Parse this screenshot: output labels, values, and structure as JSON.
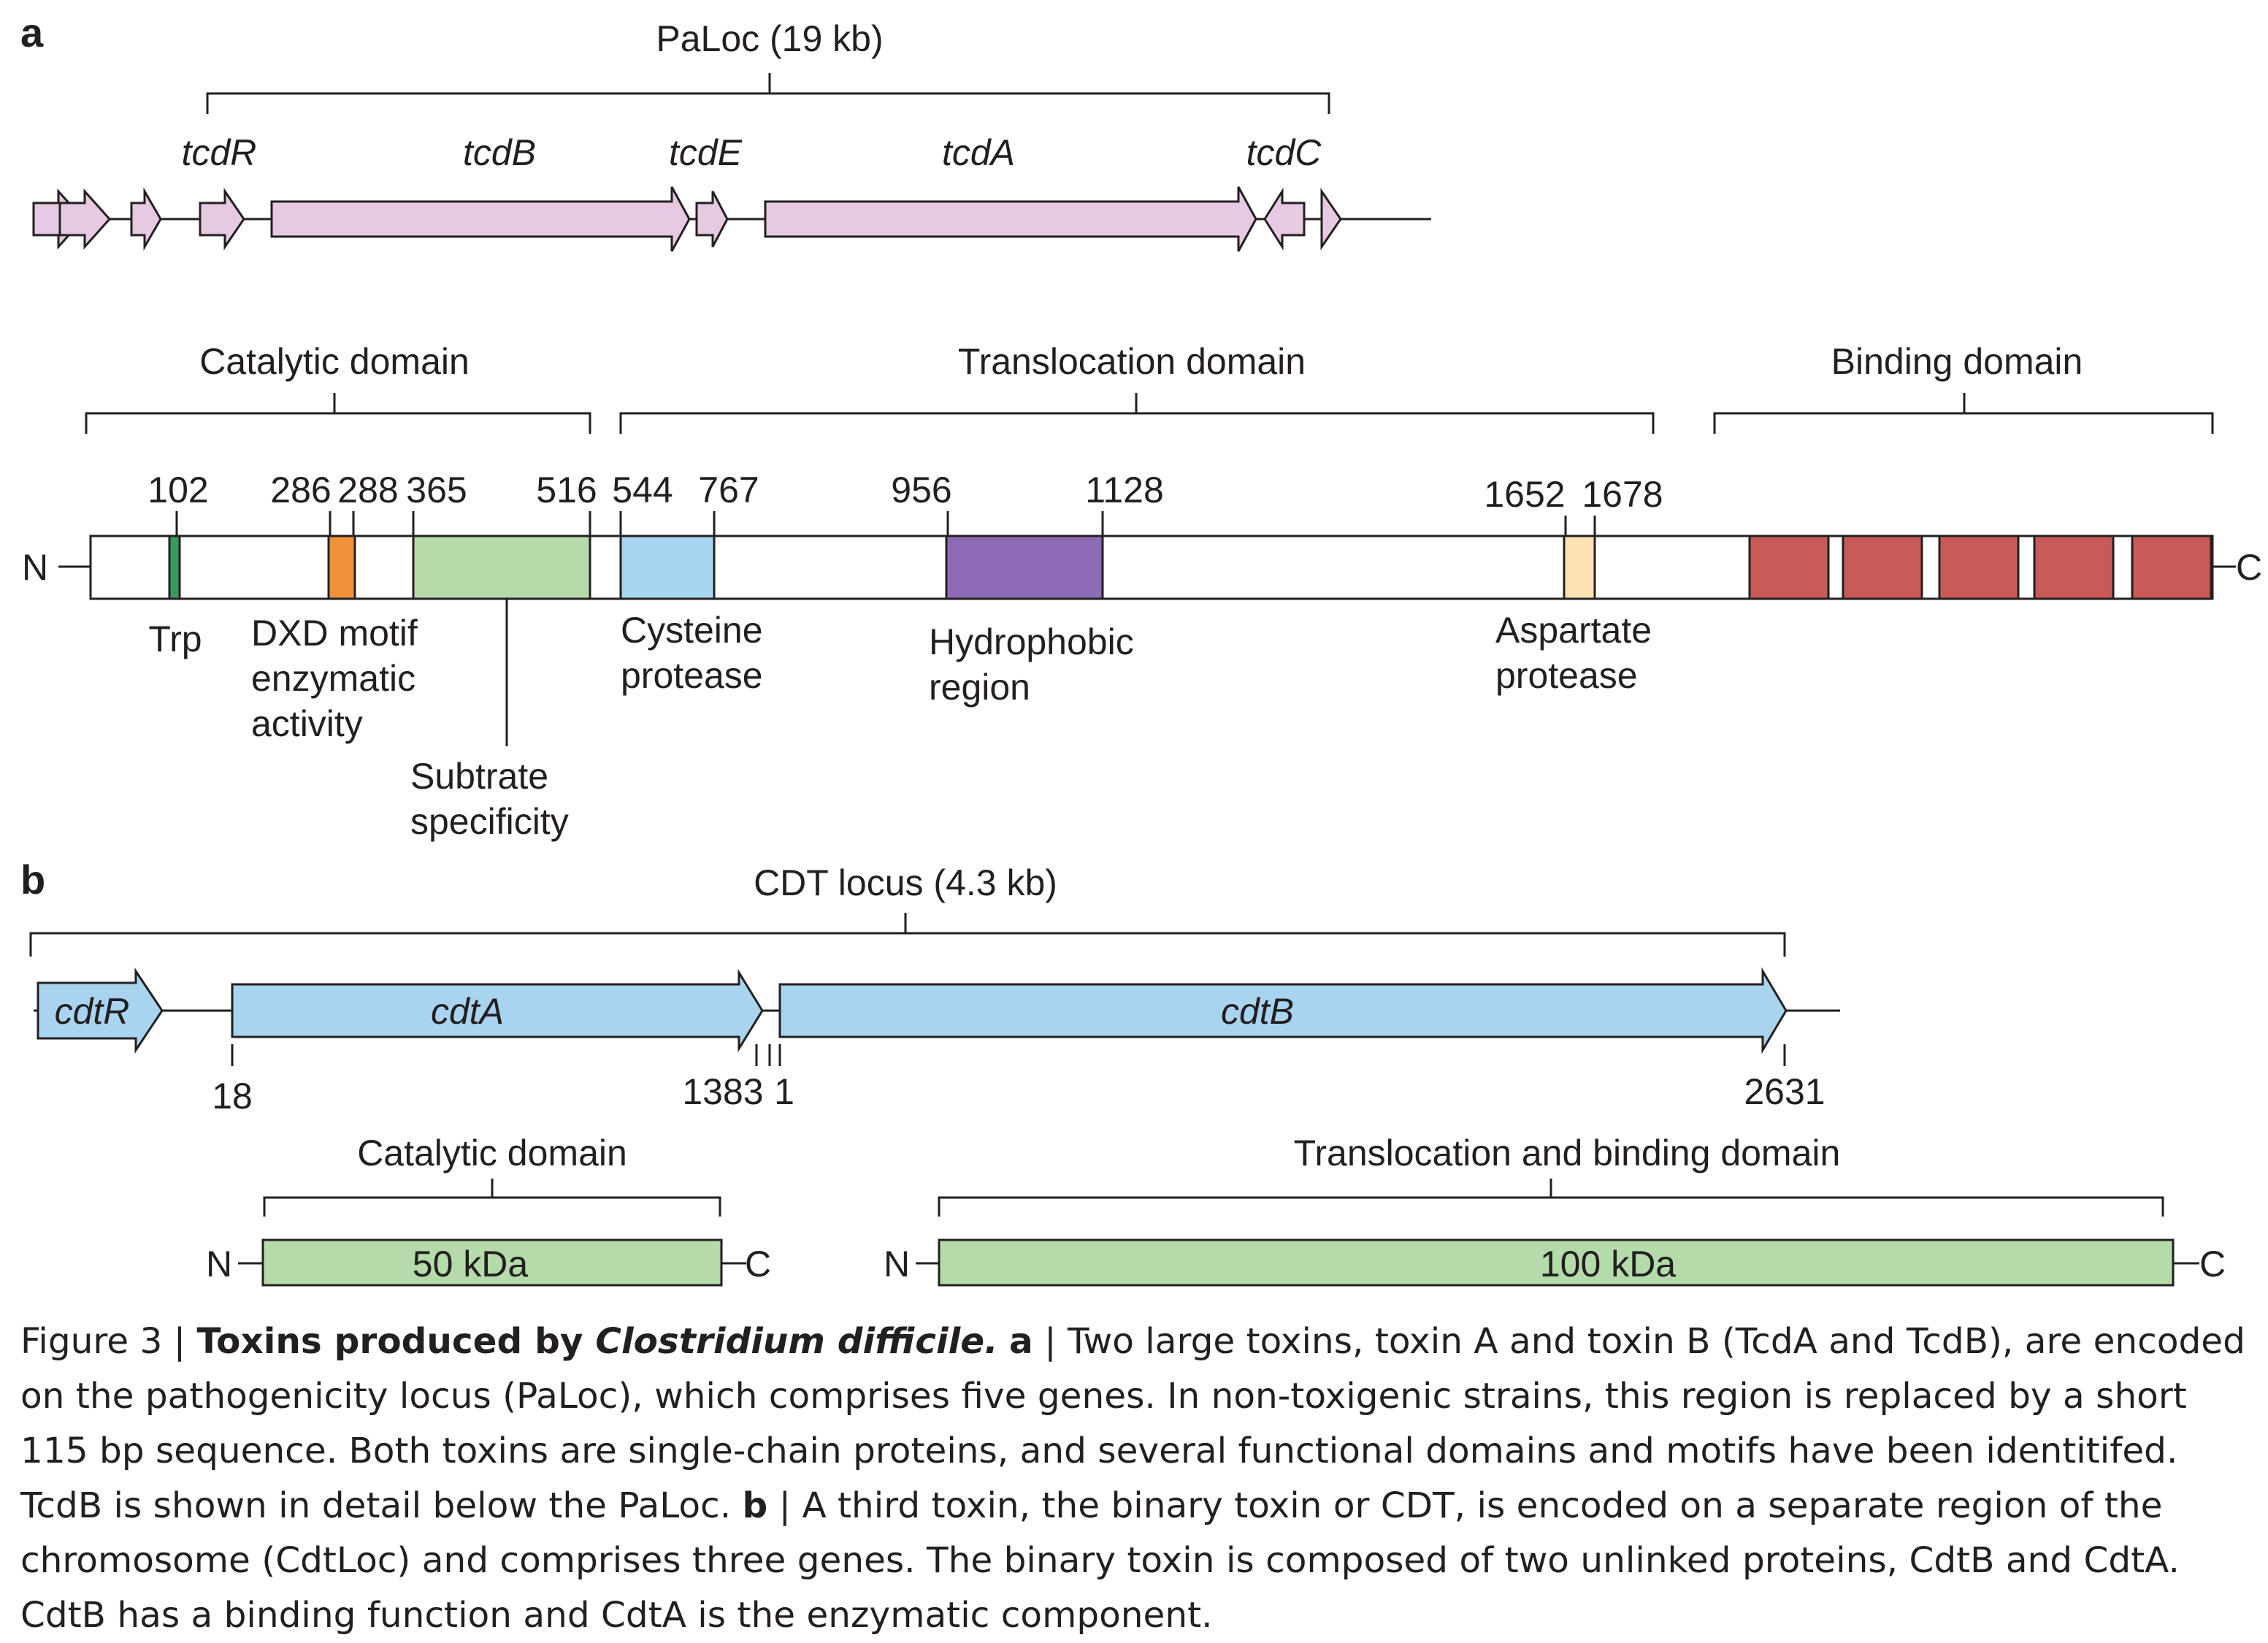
{
  "panel_a": {
    "label": "a",
    "locus_title": "PaLoc (19 kb)",
    "genes": {
      "tcdR": "tcdR",
      "tcdB": "tcdB",
      "tcdE": "tcdE",
      "tcdA": "tcdA",
      "tcdC": "tcdC"
    },
    "domains": {
      "catalytic": "Catalytic domain",
      "translocation": "Translocation domain",
      "binding": "Binding domain"
    },
    "positions": [
      "102",
      "286",
      "288",
      "365",
      "516",
      "544",
      "767",
      "956",
      "1128",
      "1652",
      "1678"
    ],
    "n_term": "N",
    "c_term": "C",
    "features": {
      "trp": "Trp",
      "dxd": [
        "DXD motif",
        "enzymatic",
        "activity"
      ],
      "substrate": [
        "Subtrate",
        "specificity"
      ],
      "cysteine": [
        "Cysteine",
        "protease"
      ],
      "hydrophobic": [
        "Hydrophobic",
        "region"
      ],
      "aspartate": [
        "Aspartate",
        "protease"
      ]
    },
    "colors": {
      "gene": "#e6c9e3",
      "trp": "#3a9a5c",
      "dxd": "#f0923a",
      "substrate": "#b5dbab",
      "cysteine": "#a7d6f0",
      "hydrophobic": "#8e6bb5",
      "aspartate": "#fde3b4",
      "binding": "#c85a57"
    }
  },
  "panel_b": {
    "label": "b",
    "locus_title": "CDT locus (4.3 kb)",
    "genes": {
      "cdtR": "cdtR",
      "cdtA": "cdtA",
      "cdtB": "cdtB"
    },
    "positions": {
      "p18": "18",
      "p1383": "1383",
      "p1": "1",
      "p2631": "2631"
    },
    "domains": {
      "catalytic": "Catalytic domain",
      "translocation_binding": "Translocation and binding domain"
    },
    "proteins": {
      "small": "50 kDa",
      "large": "100 kDa"
    },
    "n_term": "N",
    "c_term": "C",
    "colors": {
      "gene": "#a8d4ef",
      "protein": "#b5dbab"
    }
  },
  "caption": {
    "figure_no": "Figure 3 | ",
    "title_pre": "Toxins produced by ",
    "species": "Clostridium difficile.",
    "a_label": "a",
    "a_text": " | Two large toxins, toxin A and toxin B (TcdA and TcdB), are encoded on the pathogenicity locus (PaLoc), which comprises five genes. In non-toxigenic strains, this region is replaced by a short 115 bp sequence. Both toxins are single-chain proteins, and several functional domains and motifs have been identitifed. TcdB is shown in detail below the PaLoc. ",
    "b_label": "b",
    "b_text": " | A third toxin, the binary toxin or CDT, is encoded on a separate region of the chromosome (CdtLoc) and comprises three genes. The binary toxin is composed of two unlinked proteins, CdtB and CdtA. CdtB has a binding function and CdtA is the enzymatic component."
  }
}
